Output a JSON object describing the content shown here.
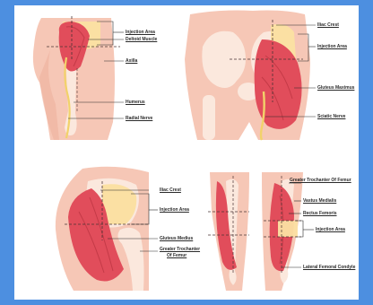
{
  "colors": {
    "border": "#4d8fe0",
    "skin": "#f6c7b6",
    "skin_dark": "#eeb19d",
    "bone": "#fbe8dd",
    "muscle": "#e14d5b",
    "muscle_dark": "#c43a47",
    "injection_area": "#fbe0a3",
    "nerve": "#f2d26a",
    "guide_line": "#4a3434",
    "label_text": "#2a2a2a"
  },
  "panels": [
    {
      "name": "deltoid",
      "labels": {
        "injection_area": "Injection Area",
        "deltoid_muscle": "Deltoid Muscle",
        "axilla": "Axilla",
        "humerus": "Humerus",
        "radial_nerve": "Radial Nerve"
      }
    },
    {
      "name": "dorsogluteal",
      "labels": {
        "iliac_crest": "Iliac Crest",
        "injection_area": "Injection Area",
        "gluteus_maximus": "Gluteus Maximus",
        "sciatic_nerve": "Sciatic Nerve"
      }
    },
    {
      "name": "ventrogluteal",
      "labels": {
        "iliac_crest": "Iliac Crest",
        "injection_area": "Injection Area",
        "gluteus_medius": "Gluteus Medius",
        "greater_trochanter_line1": "Greater Trochanter",
        "greater_trochanter_line2": "Of Femur"
      }
    },
    {
      "name": "vastus-lateralis",
      "labels": {
        "greater_trochanter": "Greater Trochanter Of Femur",
        "vastus_medialis": "Vastus Medialis",
        "rectus_femoris": "Rectus Femoris",
        "injection_area": "Injection Area",
        "lateral_femoral_condyle": "Lateral Femoral Condyle"
      }
    }
  ]
}
